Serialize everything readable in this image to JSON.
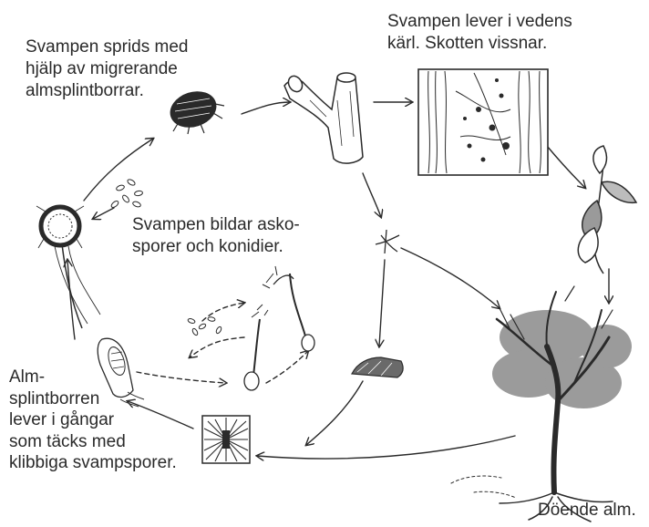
{
  "labels": {
    "spread": [
      "Svampen sprids med",
      "hjälp av migrerande",
      "almsplintborrar."
    ],
    "vessels": [
      "Svampen lever i vedens",
      "kärl. Skotten vissnar."
    ],
    "spores": [
      "Svampen bildar asko-",
      "sporer och konidier."
    ],
    "beetle_galleries": [
      "Alm-",
      "splintborren",
      "lever i gångar",
      "som täcks med",
      "klibbiga svampsporer."
    ],
    "dying": "Döende alm."
  },
  "colors": {
    "ink": "#2a2a2a",
    "background": "#ffffff"
  },
  "illustrations": [
    "beetle",
    "branch",
    "vessel-section",
    "wilted-leaves",
    "dying-elm-tree",
    "gallery-square",
    "bark-piece",
    "spores-and-conidia",
    "perithecium",
    "beetle-in-gallery",
    "ascospores"
  ]
}
